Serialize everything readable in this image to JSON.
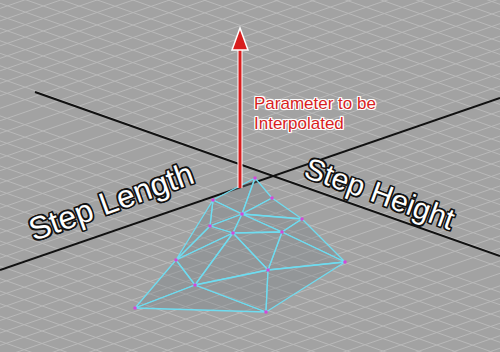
{
  "diagram": {
    "labels": [
      "Parameter to be Interpolated",
      "Step Length",
      "Step Height"
    ]
  }
}
